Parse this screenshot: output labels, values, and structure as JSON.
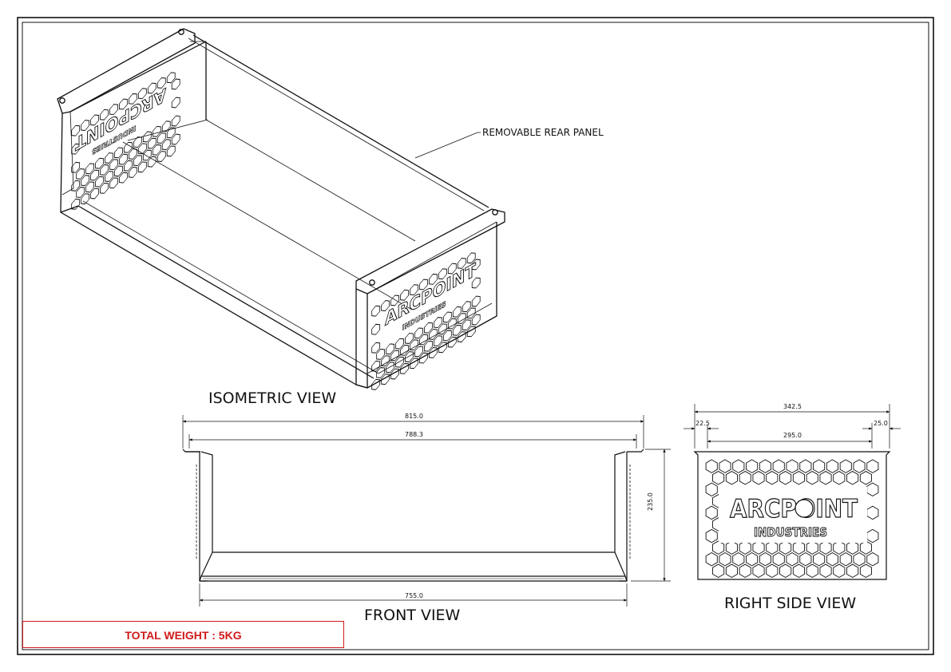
{
  "views": {
    "isometric": "ISOMETRIC VIEW",
    "front": "FRONT VIEW",
    "right_side": "RIGHT SIDE VIEW"
  },
  "annotations": {
    "rear_panel": "REMOVABLE REAR PANEL"
  },
  "dimensions": {
    "front_overall_width": "815.0",
    "front_flange_width": "788.3",
    "front_base_width": "755.0",
    "front_height": "235.0",
    "side_overall_width": "342.5",
    "side_inner_width": "295.0",
    "side_left_offset": "22.5",
    "side_right_offset": "25.0"
  },
  "logo": {
    "line1": "ARCPOINT",
    "line2": "INDUSTRIES"
  },
  "title_block": {
    "weight": "TOTAL WEIGHT : 5KG"
  },
  "colors": {
    "line": "#111111",
    "weight_red": "#d01a1a"
  }
}
